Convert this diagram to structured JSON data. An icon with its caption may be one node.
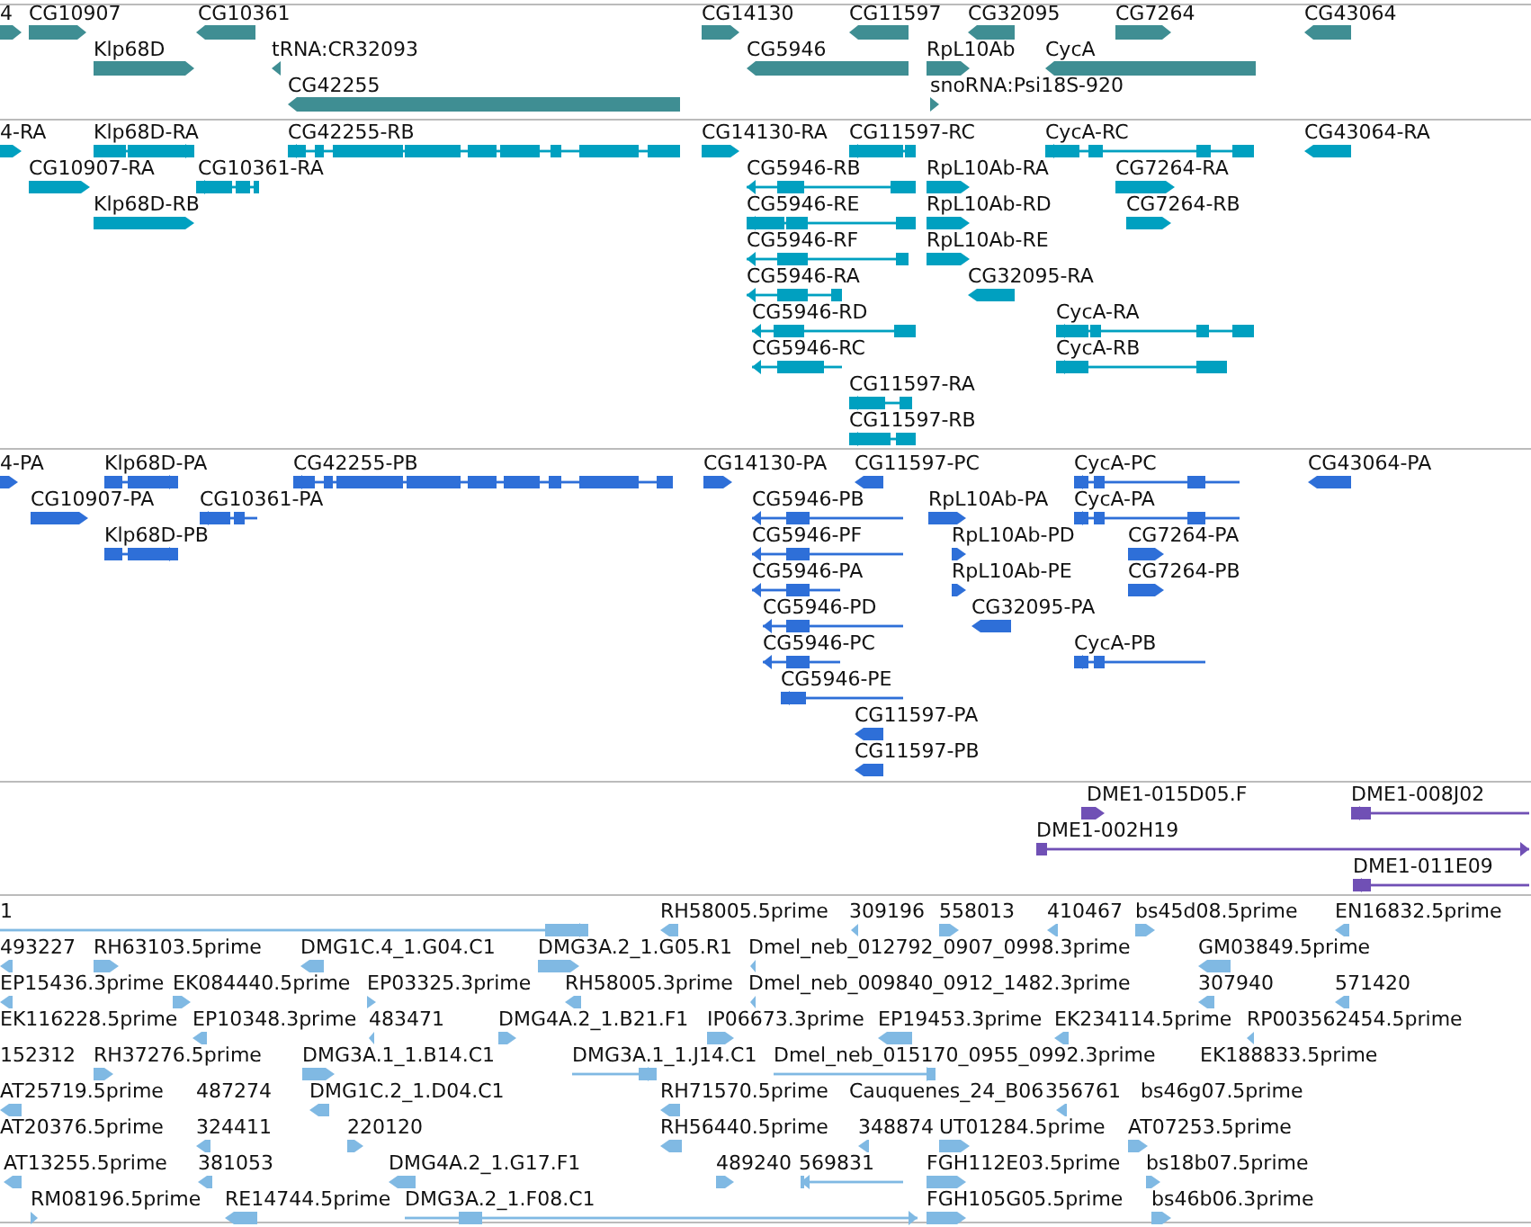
{
  "diagram": {
    "nodes": [
      {
        "text": [
          "4"
        ]
      },
      {
        "text": [
          "CG10907"
        ]
      },
      {
        "text": [
          "CG10361"
        ]
      },
      {
        "text": [
          "CG14130"
        ]
      },
      {
        "text": [
          "CG11597"
        ]
      },
      {
        "text": [
          "CG32095"
        ]
      },
      {
        "text": [
          "CG7264"
        ]
      },
      {
        "text": [
          "CG43064"
        ]
      },
      {
        "text": [
          "Klp68D"
        ]
      },
      {
        "text": [
          "tRNA:CR32093"
        ]
      },
      {
        "text": [
          "CG5946"
        ]
      },
      {
        "text": [
          "RpL10Ab"
        ]
      },
      {
        "text": [
          "CycA"
        ]
      },
      {
        "text": [
          "CG42255"
        ]
      },
      {
        "text": [
          "snoRNA:Psi18S-920"
        ]
      },
      {
        "text": [
          "4-RA"
        ]
      },
      {
        "text": [
          "Klp68D-RA"
        ]
      },
      {
        "text": [
          "CG42255-RB"
        ]
      },
      {
        "text": [
          "CG14130-RA"
        ]
      },
      {
        "text": [
          "CG11597-RC"
        ]
      },
      {
        "text": [
          "CycA-RC"
        ]
      },
      {
        "text": [
          "CG43064-RA"
        ]
      },
      {
        "text": [
          "CG10907-RA"
        ]
      },
      {
        "text": [
          "CG10361-RA"
        ]
      },
      {
        "text": [
          "CG5946-RB"
        ]
      },
      {
        "text": [
          "RpL10Ab-RA"
        ]
      },
      {
        "text": [
          "CG7264-RA"
        ]
      },
      {
        "text": [
          "Klp68D-RB"
        ]
      },
      {
        "text": [
          "CG5946-RE"
        ]
      },
      {
        "text": [
          "RpL10Ab-RD"
        ]
      },
      {
        "text": [
          "CG7264-RB"
        ]
      },
      {
        "text": [
          "CG5946-RF"
        ]
      },
      {
        "text": [
          "RpL10Ab-RE"
        ]
      },
      {
        "text": [
          "CG5946-RA"
        ]
      },
      {
        "text": [
          "CG32095-RA"
        ]
      },
      {
        "text": [
          "CG5946-RD"
        ]
      },
      {
        "text": [
          "CycA-RA"
        ]
      },
      {
        "text": [
          "CG5946-RC"
        ]
      },
      {
        "text": [
          "CycA-RB"
        ]
      },
      {
        "text": [
          "CG11597-RA"
        ]
      },
      {
        "text": [
          "CG11597-RB"
        ]
      },
      {
        "text": [
          "4-PA"
        ]
      },
      {
        "text": [
          "Klp68D-PA"
        ]
      },
      {
        "text": [
          "CG42255-PB"
        ]
      },
      {
        "text": [
          "CG14130-PA"
        ]
      },
      {
        "text": [
          "CG11597-PC"
        ]
      },
      {
        "text": [
          "CycA-PC"
        ]
      },
      {
        "text": [
          "CG43064-PA"
        ]
      },
      {
        "text": [
          "CG10907-PA"
        ]
      },
      {
        "text": [
          "CG10361-PA"
        ]
      },
      {
        "text": [
          "CG5946-PB"
        ]
      },
      {
        "text": [
          "RpL10Ab-PA"
        ]
      },
      {
        "text": [
          "CycA-PA"
        ]
      },
      {
        "text": [
          "Klp68D-PB"
        ]
      },
      {
        "text": [
          "CG5946-PF"
        ]
      },
      {
        "text": [
          "RpL10Ab-PD"
        ]
      },
      {
        "text": [
          "CG7264-PA"
        ]
      },
      {
        "text": [
          "CG5946-PA"
        ]
      },
      {
        "text": [
          "RpL10Ab-PE"
        ]
      },
      {
        "text": [
          "CG7264-PB"
        ]
      },
      {
        "text": [
          "CG5946-PD"
        ]
      },
      {
        "text": [
          "CG32095-PA"
        ]
      },
      {
        "text": [
          "CG5946-PC"
        ]
      },
      {
        "text": [
          "CycA-PB"
        ]
      },
      {
        "text": [
          "CG5946-PE"
        ]
      },
      {
        "text": [
          "CG11597-PA"
        ]
      },
      {
        "text": [
          "CG11597-PB"
        ]
      },
      {
        "text": [
          "DME1-015D05.F"
        ]
      },
      {
        "text": [
          "DME1-008J02"
        ]
      },
      {
        "text": [
          "DME1-002H19"
        ]
      },
      {
        "text": [
          "DME1-011E09"
        ]
      },
      {
        "text": [
          "1"
        ]
      },
      {
        "text": [
          "RH58005.5prime"
        ]
      },
      {
        "text": [
          "309196"
        ]
      },
      {
        "text": [
          "558013"
        ]
      },
      {
        "text": [
          "410467"
        ]
      },
      {
        "text": [
          "bs45d08.5prime"
        ]
      },
      {
        "text": [
          "EN16832.5prime"
        ]
      },
      {
        "text": [
          "493227"
        ]
      },
      {
        "text": [
          "RH63103.5prime"
        ]
      },
      {
        "text": [
          "DMG1C.4_1.G04.C1"
        ]
      },
      {
        "text": [
          "DMG3A.2_1.G05.R1"
        ]
      },
      {
        "text": [
          "Dmel_neb_012792_0907_0998.3prime"
        ]
      },
      {
        "text": [
          "GM03849.5prime"
        ]
      },
      {
        "text": [
          "EP15436.3prime"
        ]
      },
      {
        "text": [
          "EK084440.5prime"
        ]
      },
      {
        "text": [
          "EP03325.3prime"
        ]
      },
      {
        "text": [
          "RH58005.3prime"
        ]
      },
      {
        "text": [
          "Dmel_neb_009840_0912_1482.3prime"
        ]
      },
      {
        "text": [
          "307940"
        ]
      },
      {
        "text": [
          "571420"
        ]
      },
      {
        "text": [
          "EK116228.5prime"
        ]
      },
      {
        "text": [
          "EP10348.3prime"
        ]
      },
      {
        "text": [
          "483471"
        ]
      },
      {
        "text": [
          "DMG4A.2_1.B21.F1"
        ]
      },
      {
        "text": [
          "IP06673.3prime"
        ]
      },
      {
        "text": [
          "EP19453.3prime"
        ]
      },
      {
        "text": [
          "EK234114.5prime"
        ]
      },
      {
        "text": [
          "RP003562454.5prime"
        ]
      },
      {
        "text": [
          "152312"
        ]
      },
      {
        "text": [
          "RH37276.5prime"
        ]
      },
      {
        "text": [
          "DMG3A.1_1.B14.C1"
        ]
      },
      {
        "text": [
          "DMG3A.1_1.J14.C1"
        ]
      },
      {
        "text": [
          "Dmel_neb_015170_0955_0992.3prime"
        ]
      },
      {
        "text": [
          "EK188833.5prime"
        ]
      },
      {
        "text": [
          "AT25719.5prime"
        ]
      },
      {
        "text": [
          "487274"
        ]
      },
      {
        "text": [
          "DMG1C.2_1.D04.C1"
        ]
      },
      {
        "text": [
          "RH71570.5prime"
        ]
      },
      {
        "text": [
          "Cauquenes_24_B06"
        ]
      },
      {
        "text": [
          "356761"
        ]
      },
      {
        "text": [
          "bs46g07.5prime"
        ]
      },
      {
        "text": [
          "AT20376.5prime"
        ]
      },
      {
        "text": [
          "324411"
        ]
      },
      {
        "text": [
          "220120"
        ]
      },
      {
        "text": [
          "RH56440.5prime"
        ]
      },
      {
        "text": [
          "348874"
        ]
      },
      {
        "text": [
          "UT01284.5prime"
        ]
      },
      {
        "text": [
          "AT07253.5prime"
        ]
      },
      {
        "text": [
          "AT13255.5prime"
        ]
      },
      {
        "text": [
          "381053"
        ]
      },
      {
        "text": [
          "DMG4A.2_1.G17.F1"
        ]
      },
      {
        "text": [
          "489240"
        ]
      },
      {
        "text": [
          "569831"
        ]
      },
      {
        "text": [
          "FGH112E03.5prime"
        ]
      },
      {
        "text": [
          "bs18b07.5prime"
        ]
      },
      {
        "text": [
          "RM08196.5prime"
        ]
      },
      {
        "text": [
          "RE14744.5prime"
        ]
      },
      {
        "text": [
          "DMG3A.2_1.F08.C1"
        ]
      },
      {
        "text": [
          "FGH105G05.5prime"
        ]
      },
      {
        "text": [
          "bs46b06.3prime"
        ]
      }
    ]
  }
}
